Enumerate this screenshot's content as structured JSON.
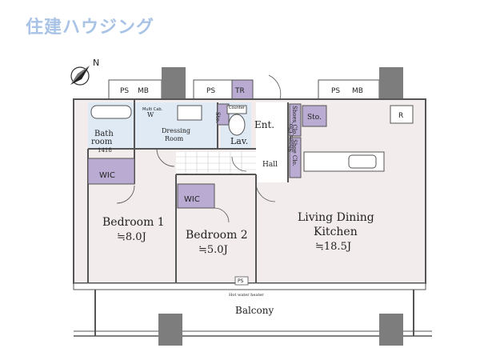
{
  "brand": "住建ハウジング",
  "compass": "N",
  "labels": {
    "ps1": "PS",
    "mb1": "MB",
    "ps2": "PS",
    "tr": "TR",
    "ps3": "PS",
    "mb2": "MB",
    "bath": "Bath",
    "bath2": "room",
    "bath_size": "1418",
    "multi_cab": "Multi Cab.",
    "w": "W",
    "dressing1": "Dressing",
    "dressing2": "Room",
    "sto1": "Sto.",
    "counter": "Counter",
    "lav": "Lav.",
    "ent": "Ent.",
    "shoes_clo1": "Shoes Clo.",
    "shoe_clo": "Shoe Clo.",
    "shoes_clo2": "Shoes Clo.",
    "sto2": "Sto.",
    "r": "R",
    "hall": "Hall",
    "wic1": "WIC",
    "wic2": "WIC",
    "bed1": "Bedroom 1",
    "bed1_size": "≒8.0J",
    "bed2": "Bedroom 2",
    "bed2_size": "≒5.0J",
    "ldk1": "Living Dining",
    "ldk2": "Kitchen",
    "ldk_size": "≒18.5J",
    "ps4": "PS",
    "hot_water": "Hot water heater",
    "balcony": "Balcony"
  }
}
